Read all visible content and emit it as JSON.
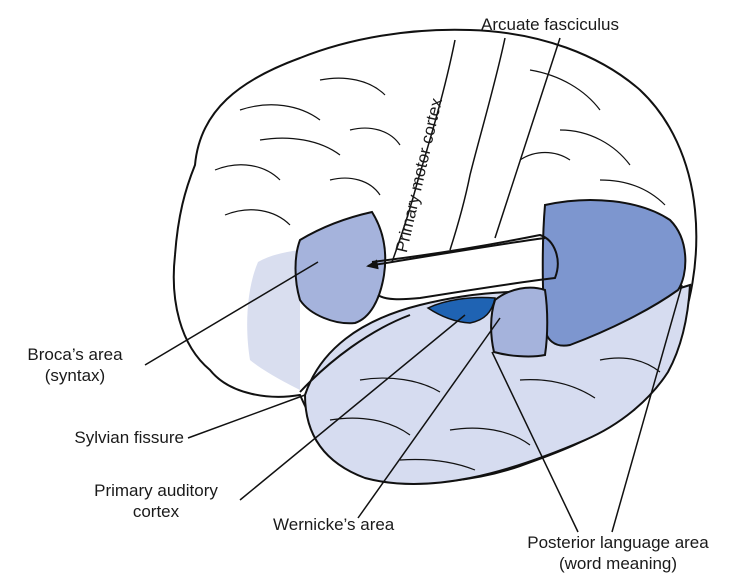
{
  "labels": {
    "arcuate": "Arcuate fasciculus",
    "motor": "Primary motor cortex",
    "broca_l1": "Broca’s area",
    "broca_l2": "(syntax)",
    "sylvian": "Sylvian fissure",
    "auditory_l1": "Primary auditory",
    "auditory_l2": "cortex",
    "wernicke": "Wernicke’s area",
    "posterior_l1": "Posterior language area",
    "posterior_l2": "(word meaning)"
  },
  "colors": {
    "temporal": "#d6dcf0",
    "frontal_pale": "#d9deef",
    "broca": "#a5b3dc",
    "posterior": "#7d96cf",
    "auditory": "#1f63b3",
    "wernicke": "#a5b3dc",
    "outline": "#111111"
  }
}
